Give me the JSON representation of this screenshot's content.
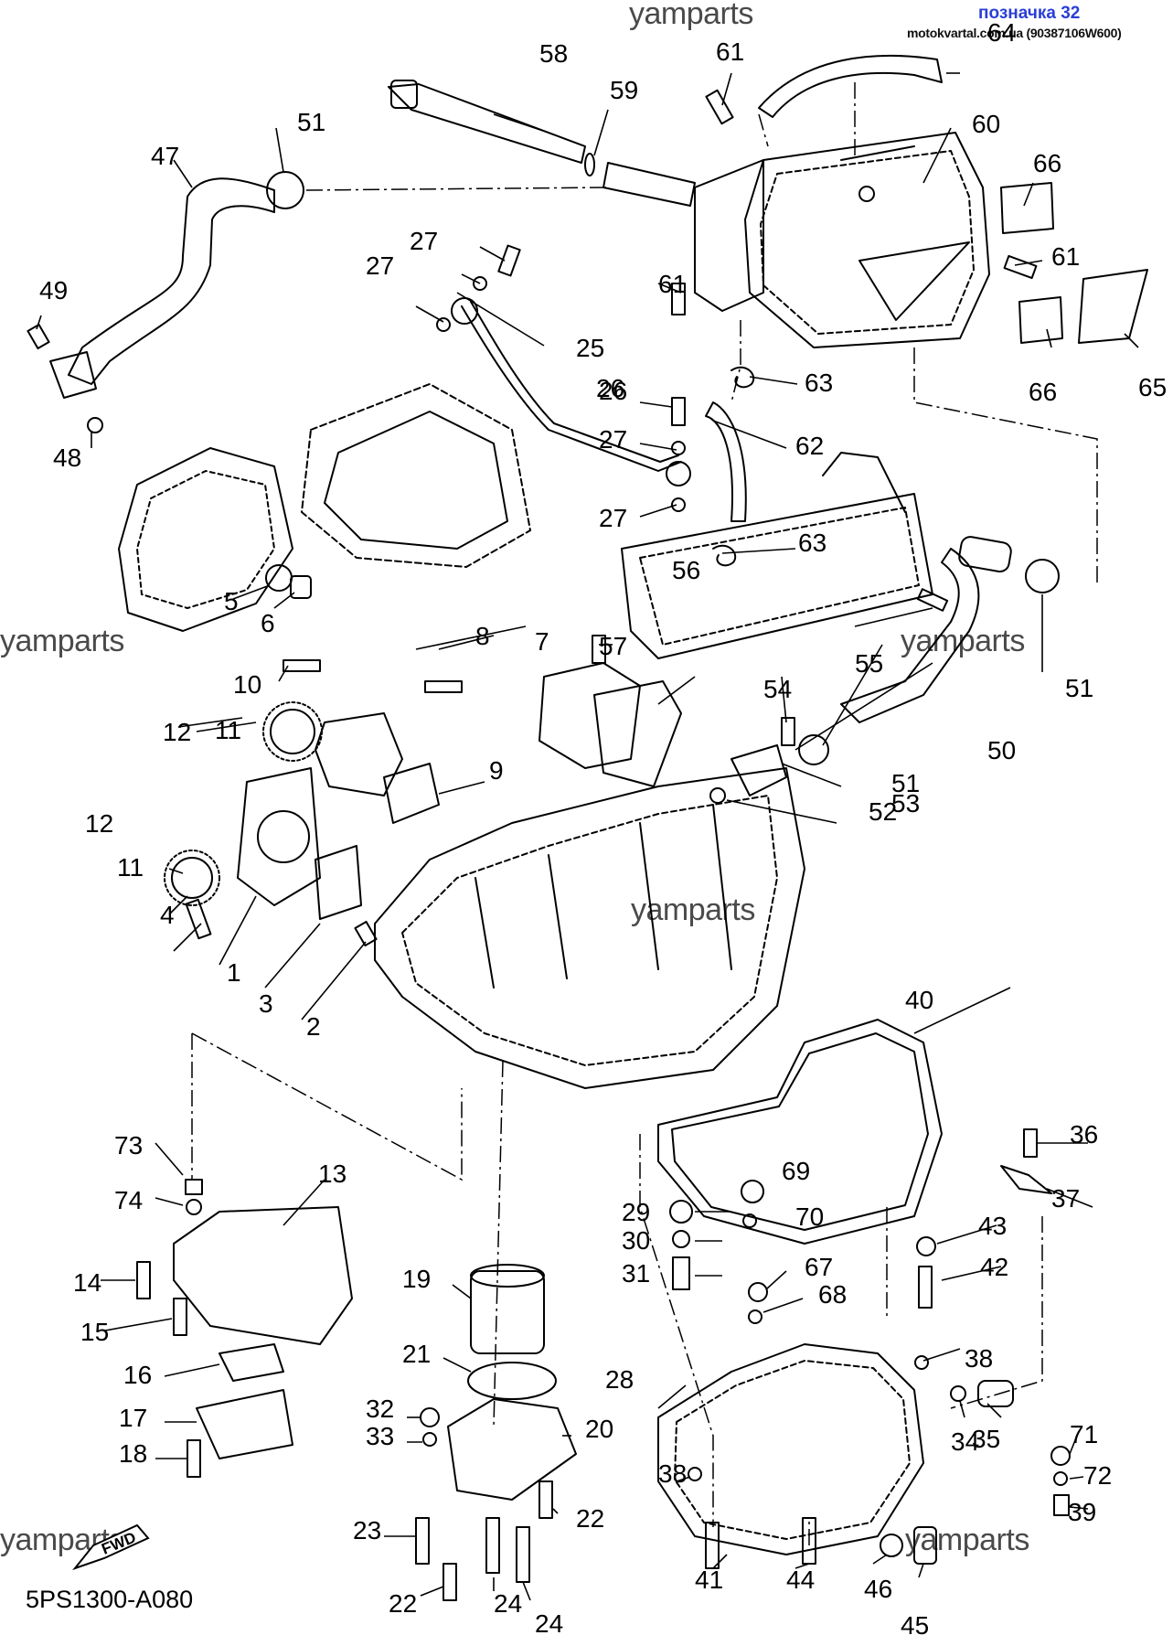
{
  "watermarks": {
    "top": "yamparts",
    "left_mid": "yamparts",
    "right_mid": "yamparts",
    "center": "yamparts",
    "bottom_left": "yamparts",
    "bottom_right": "yamparts"
  },
  "header": {
    "label": "позначка 32",
    "site": "motokvartal.com.ua (90387106W600)"
  },
  "diagram_code": "5PS1300-A080",
  "fwd_label": "FWD",
  "callouts": [
    "1",
    "2",
    "3",
    "4",
    "5",
    "6",
    "7",
    "8",
    "9",
    "10",
    "11",
    "11",
    "12",
    "12",
    "13",
    "14",
    "15",
    "16",
    "17",
    "18",
    "19",
    "20",
    "21",
    "22",
    "22",
    "23",
    "24",
    "24",
    "25",
    "26",
    "26",
    "27",
    "27",
    "27",
    "27",
    "28",
    "29",
    "30",
    "31",
    "32",
    "33",
    "34",
    "35",
    "36",
    "37",
    "38",
    "38",
    "39",
    "40",
    "41",
    "42",
    "43",
    "44",
    "45",
    "46",
    "47",
    "48",
    "49",
    "50",
    "51",
    "51",
    "51",
    "52",
    "53",
    "54",
    "55",
    "56",
    "57",
    "58",
    "59",
    "60",
    "61",
    "61",
    "61",
    "62",
    "63",
    "63",
    "64",
    "65",
    "66",
    "66",
    "67",
    "68",
    "69",
    "70",
    "71",
    "72",
    "73",
    "74"
  ]
}
